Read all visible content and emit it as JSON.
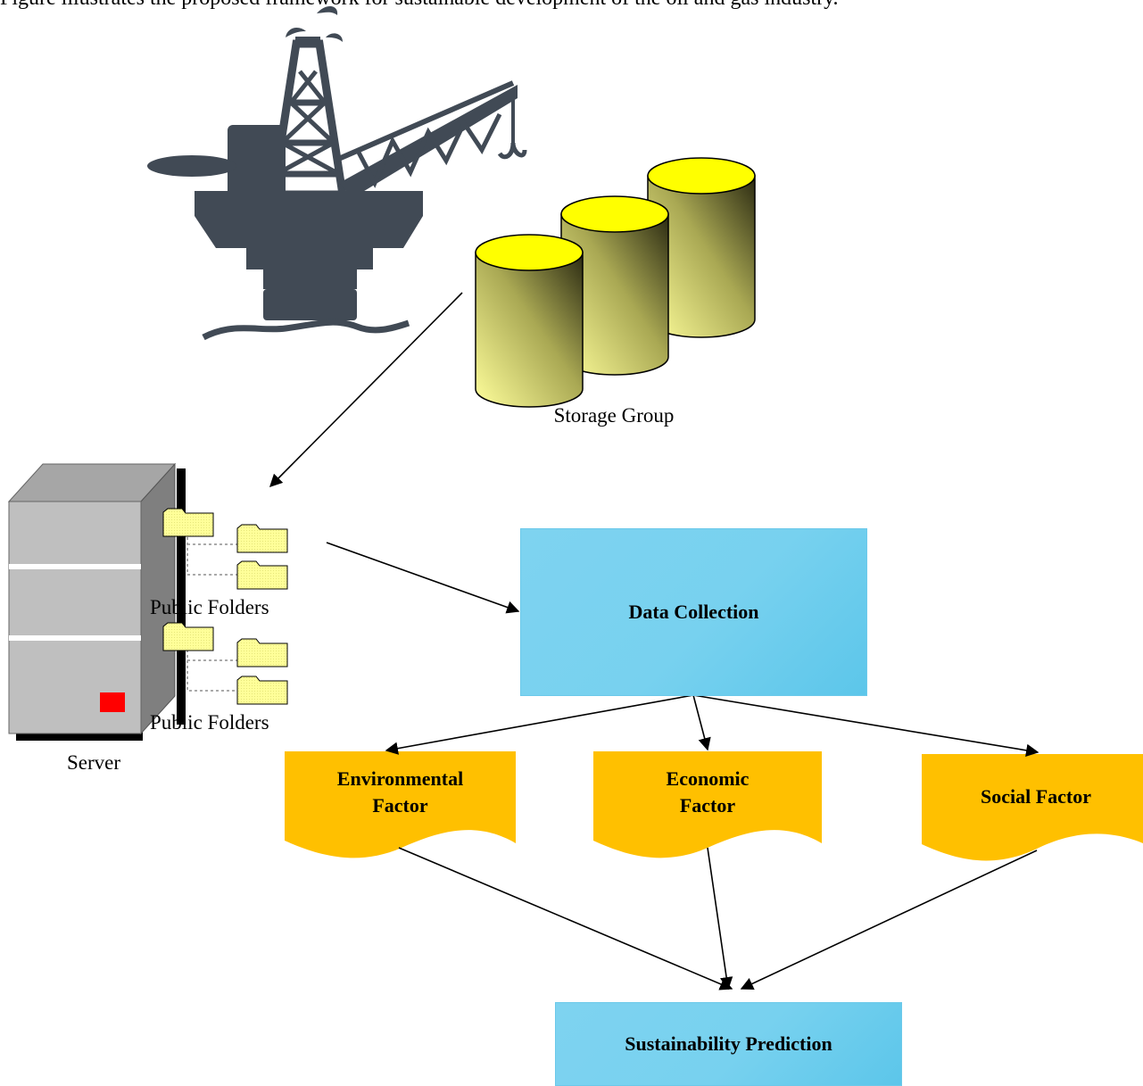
{
  "header": {
    "title_line": "Figure illustrates the proposed framework for sustainable development of the oil and gas industry."
  },
  "labels": {
    "storage_group": "Storage Group",
    "public_folders_1": "Public Folders",
    "public_folders_2": "Public Folders",
    "server": "Server"
  },
  "nodes": {
    "data_collection": "Data Collection",
    "sustainability_prediction": "Sustainability Prediction"
  },
  "factors": {
    "environmental": [
      "Environmental",
      "Factor"
    ],
    "economic": [
      "Economic",
      "Factor"
    ],
    "social": "Social Factor"
  },
  "colors": {
    "process_box": "#77d1ef",
    "factor_doc": "#ffc000",
    "cylinder_top": "#ffff00",
    "server_body": "#bfbfbf",
    "platform": "#414a55",
    "server_led": "#ff0000"
  },
  "icons": [
    "oil-platform-icon",
    "database-cylinder-icon",
    "server-icon",
    "folder-icon"
  ]
}
